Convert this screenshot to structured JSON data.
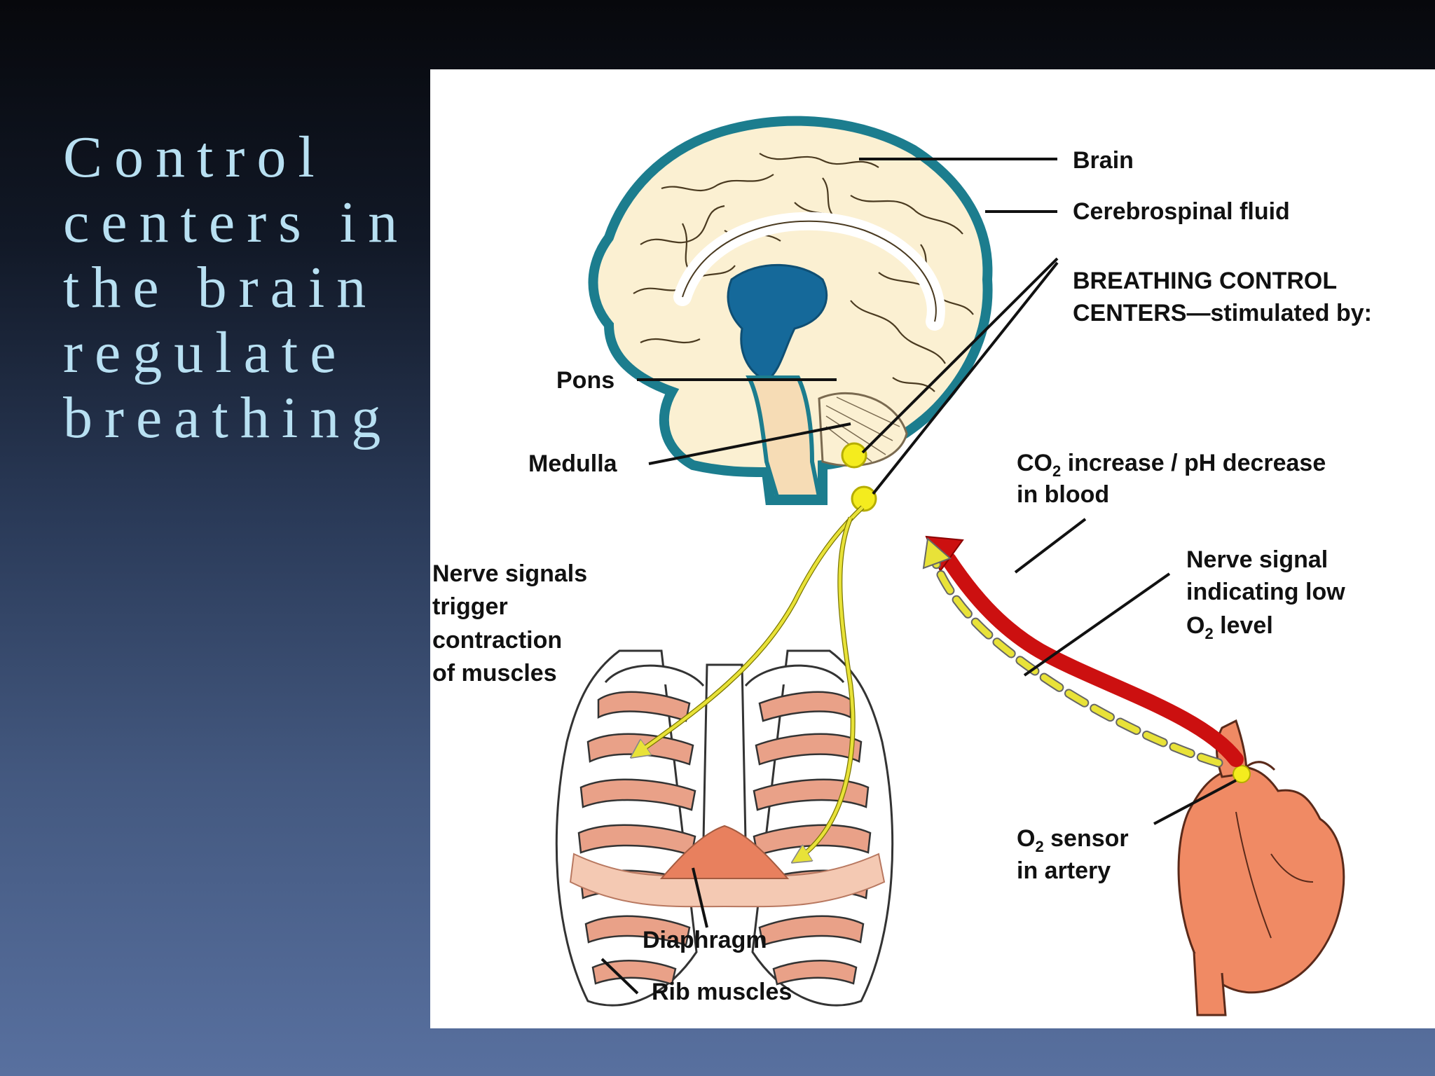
{
  "slide": {
    "title": "Control centers in the brain regulate breathing"
  },
  "colors": {
    "title_text": "#b8e0f2",
    "brain_outline": "#1c7d8e",
    "brain_fill": "#fbf0d2",
    "nerve_signal": "#e8e238",
    "co2_arrow": "#cc1010",
    "muscle": "#e9a188",
    "heart": "#f08a64"
  },
  "diagram": {
    "labels": {
      "brain": "Brain",
      "csf": "Cerebrospinal fluid",
      "control_centers_1": "BREATHING CONTROL",
      "control_centers_2": "CENTERS—stimulated by:",
      "pons": "Pons",
      "medulla": "Medulla",
      "co2_line1_a": "CO",
      "co2_line1_sub": "2",
      "co2_line1_b": " increase / pH decrease",
      "co2_line2": "in blood",
      "nerve_trigger_1": "Nerve signals",
      "nerve_trigger_2": "trigger",
      "nerve_trigger_3": "contraction",
      "nerve_trigger_4": "of muscles",
      "low_o2_1": "Nerve signal",
      "low_o2_2": "indicating low",
      "low_o2_3_a": "O",
      "low_o2_3_sub": "2",
      "low_o2_3_b": " level",
      "sensor_1_a": "O",
      "sensor_1_sub": "2",
      "sensor_1_b": " sensor",
      "sensor_2": "in artery",
      "diaphragm": "Diaphragm",
      "rib_muscles": "Rib muscles"
    }
  }
}
